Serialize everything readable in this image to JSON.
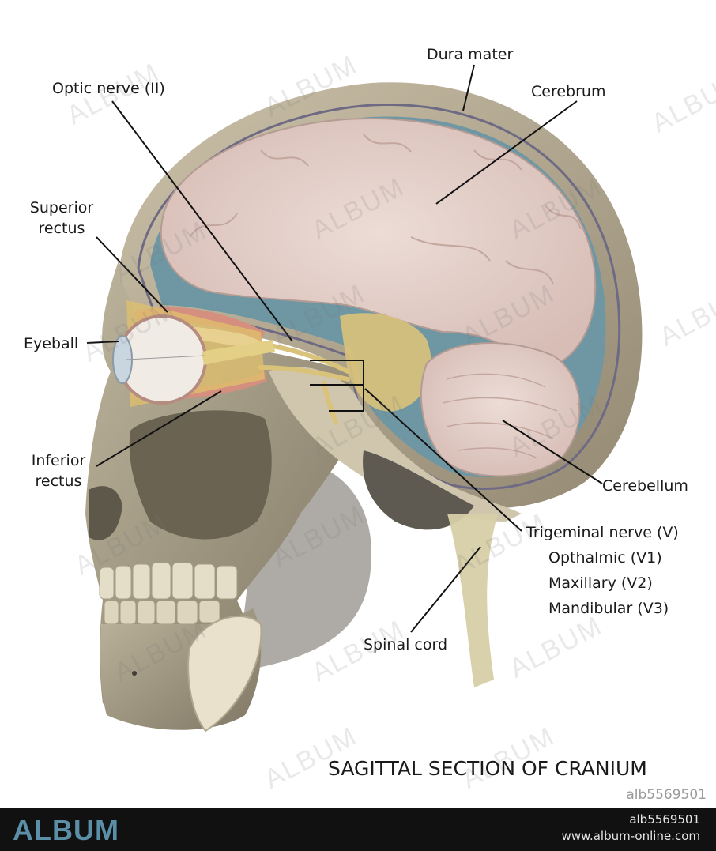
{
  "diagram": {
    "title": "SAGITTAL SECTION OF CRANIUM",
    "image_id": "alb5569501",
    "labels": {
      "dura_mater": "Dura mater",
      "optic_nerve": "Optic nerve (II)",
      "cerebrum": "Cerebrum",
      "superior_rectus_1": "Superior",
      "superior_rectus_2": "rectus",
      "eyeball": "Eyeball",
      "inferior_rectus_1": "Inferior",
      "inferior_rectus_2": "rectus",
      "cerebellum": "Cerebellum",
      "trigeminal": "Trigeminal nerve (V)",
      "opthalmic": "Opthalmic (V1)",
      "maxillary": "Maxillary (V2)",
      "mandibular": "Mandibular (V3)",
      "spinal_cord": "Spinal cord"
    },
    "watermark": "ALBUM"
  },
  "footer": {
    "logo": "ALBUM",
    "image_id": "alb5569501",
    "url": "www.album-online.com"
  },
  "colors": {
    "bone": "#b9ae95",
    "brain": "#e8d4cf",
    "fluid": "#6f97a3",
    "nerve": "#d9c27a",
    "footer_bg": "#111111",
    "logo": "#5b8fa8"
  }
}
